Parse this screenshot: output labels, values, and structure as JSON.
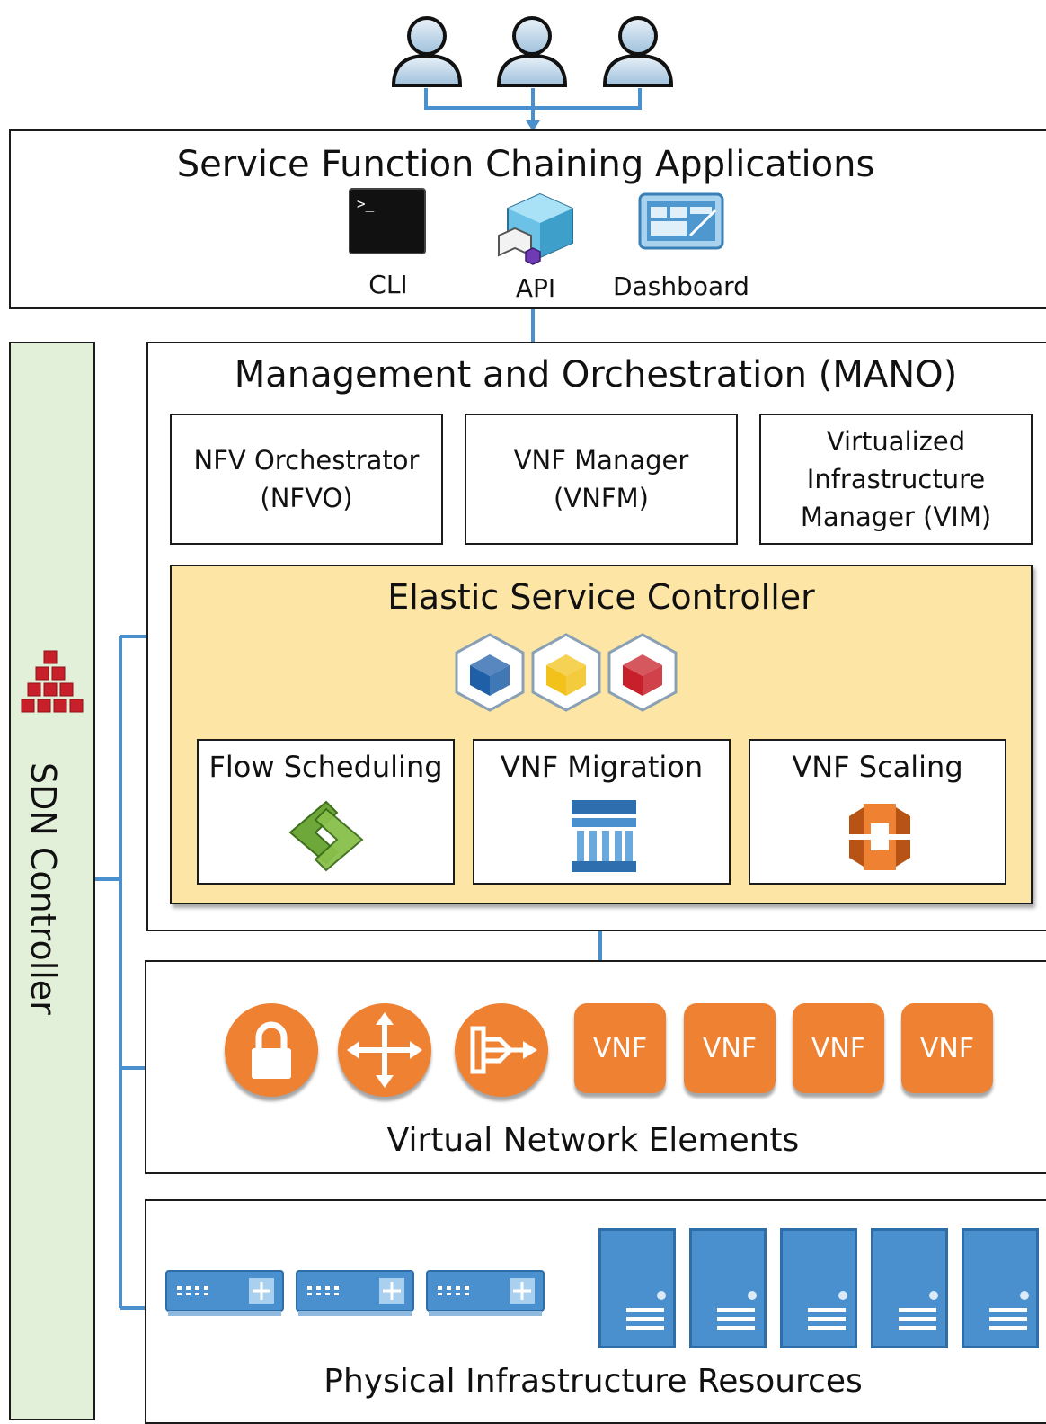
{
  "sfc": {
    "title": "Service Function Chaining Applications",
    "items": [
      {
        "label": "CLI",
        "icon": "terminal-icon"
      },
      {
        "label": "API",
        "icon": "cubes-icon"
      },
      {
        "label": "Dashboard",
        "icon": "dashboard-icon"
      }
    ]
  },
  "mano": {
    "title": "Management and Orchestration (MANO)",
    "components": [
      {
        "line1": "NFV Orchestrator",
        "line2": "(NFVO)"
      },
      {
        "line1": "VNF Manager",
        "line2": "(VNFM)"
      },
      {
        "line1": "Virtualized",
        "line2": "Infrastructure",
        "line3": "Manager (VIM)"
      }
    ]
  },
  "esc": {
    "title": "Elastic Service Controller",
    "modules": [
      "Flow Scheduling",
      "VNF Migration",
      "VNF Scaling"
    ],
    "cube_colors": [
      "#1f5fa8",
      "#f2c21b",
      "#c8202a"
    ]
  },
  "vne": {
    "title": "Virtual Network Elements",
    "elements": [
      "lock-icon",
      "router-icon",
      "load-balancer-icon"
    ],
    "vnf_labels": [
      "VNF",
      "VNF",
      "VNF",
      "VNF"
    ]
  },
  "pir": {
    "title": "Physical Infrastructure Resources",
    "switch_count": 3,
    "server_count": 5
  },
  "sdn": {
    "label": "SDN Controller"
  },
  "colors": {
    "connector": "#4a8fce",
    "esc_fill": "#fde6a5",
    "sdn_fill": "#e2efd9",
    "orange": "#ef8133",
    "server_blue": "#4a8fce"
  }
}
